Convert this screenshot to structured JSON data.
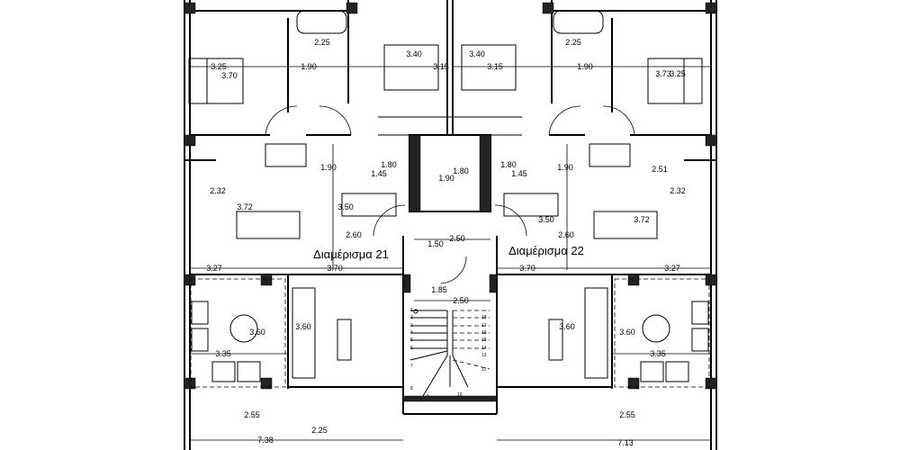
{
  "apartments": {
    "left": {
      "title": "Διαμέρισμα 21",
      "dims": [
        "2.25",
        "1.90",
        "3.25",
        "3.70",
        "3.40",
        "3.15",
        "1.90",
        "1.80",
        "1.45",
        "2.32",
        "3.72",
        "3.50",
        "2.60",
        "3.27",
        "3.70",
        "3.60",
        "3.60",
        "3.35",
        "2.55",
        "2.25",
        "7.38"
      ]
    },
    "right": {
      "title": "Διαμέρισμα 22",
      "dims": [
        "2.25",
        "1.90",
        "3.40",
        "3.15",
        "3.73",
        "3.25",
        "1.80",
        "1.45",
        "1.90",
        "2.51",
        "2.32",
        "3.50",
        "3.72",
        "2.60",
        "3.70",
        "3.27",
        "3.60",
        "3.60",
        "3.35",
        "2.55",
        "7.13"
      ]
    }
  },
  "core": {
    "dims": [
      "1.80",
      "1.90",
      "1.50",
      "2.50",
      "1.85",
      "2.50"
    ],
    "stair_numbers": [
      "1",
      "2",
      "3",
      "4",
      "5",
      "6",
      "7",
      "8",
      "9",
      "10",
      "12",
      "13",
      "14",
      "15",
      "16",
      "17",
      "18"
    ]
  }
}
